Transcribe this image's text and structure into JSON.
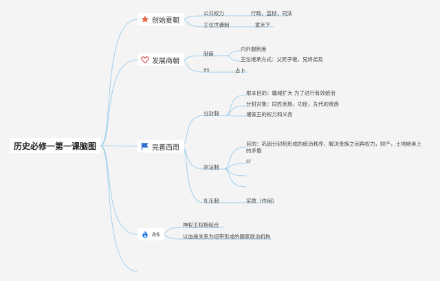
{
  "root": {
    "label": "历史必修一第一课脑图"
  },
  "branches": [
    {
      "label": "创始夏朝",
      "icon": "star-icon",
      "icon_color": "#e8643c",
      "children": [
        {
          "label": "公共权力",
          "leaves": [
            "行政，监狱，司法"
          ]
        },
        {
          "label": "王位世袭制",
          "leaves": [
            "家天下"
          ]
        }
      ]
    },
    {
      "label": "发展商朝",
      "icon": "heart-icon",
      "icon_color": "#d9534f",
      "children": [
        {
          "label": "制度",
          "leaves": [
            "内外服制度",
            "王位继承方式：父死子继，兄终弟及"
          ]
        },
        {
          "label": "as",
          "leaves": [
            "占卜"
          ]
        }
      ]
    },
    {
      "label": "完善西周",
      "icon": "flag-icon",
      "icon_color": "#2b6fce",
      "children": [
        {
          "label": "分封制",
          "leaves": [
            "根本目的：疆域扩大 为了进行有效统治",
            "分封对象：同姓亲族，功臣，先代的贵族",
            "诸侯王的权力和义务"
          ]
        },
        {
          "label": "宗法制",
          "leaves": [
            "目的：巩固分封制形成的统治秩序，解决贵族之间再权力，财产，土地继承上的矛盾",
            "cr",
            "",
            ""
          ]
        },
        {
          "label": "礼乐制",
          "leaves": [
            "实质（作用）"
          ]
        }
      ]
    },
    {
      "label": "as",
      "icon": "fire-icon",
      "icon_color": "#2d7fe0",
      "children": [],
      "leaves": [
        "神权王权相结合",
        "以血缘关系为纽带形成的国家政治机构"
      ]
    }
  ],
  "colors": {
    "line": "#9fd0ea",
    "background": "#f4f4f5"
  }
}
